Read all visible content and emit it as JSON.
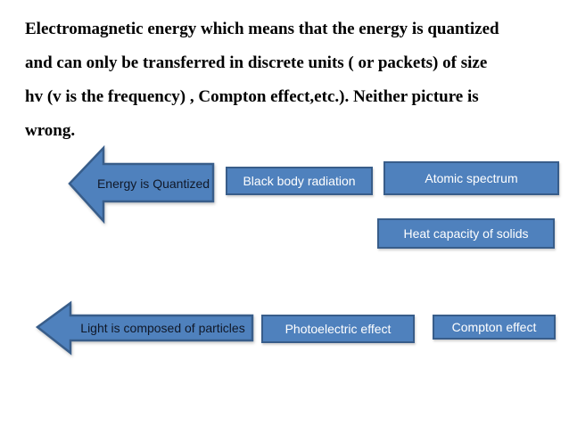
{
  "slide": {
    "background_color": "#ffffff",
    "paragraph": {
      "text_color": "#000000",
      "lines": [
        "Electromagnetic energy which means that the energy is quantized",
        "and can only be transferred in discrete units ( or packets) of size",
        "hv (v is the frequency) , Compton effect,etc.). Neither picture is",
        "wrong."
      ]
    },
    "theme": {
      "shape_fill": "#4f81bd",
      "shape_border": "#385d8a",
      "box_text_color": "#ffffff",
      "arrow_text_color": "#101828"
    },
    "arrows": [
      {
        "label": "Energy is Quantized",
        "direction": "left"
      },
      {
        "label": "Light is composed of particles",
        "direction": "left"
      }
    ],
    "boxes": [
      {
        "label": "Black body radiation"
      },
      {
        "label": "Atomic spectrum"
      },
      {
        "label": "Heat capacity of solids"
      },
      {
        "label": "Photoelectric effect"
      },
      {
        "label": "Compton effect"
      }
    ]
  }
}
